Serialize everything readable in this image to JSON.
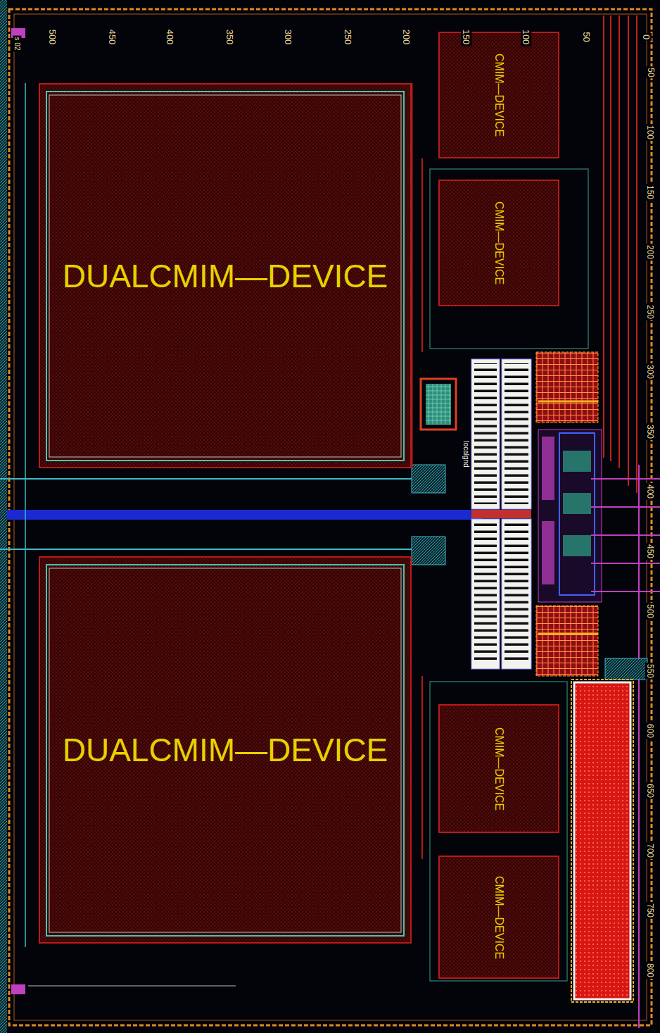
{
  "diagram": {
    "nodes": [
      {
        "text": [
          "CMIM—DEVICE"
        ]
      },
      {
        "text": [
          "DUALCMIM—DEVICE"
        ]
      },
      {
        "text": [
          "CMIM—DEVICE"
        ]
      },
      {
        "text": [
          "DUALCMIM—DEVICE"
        ]
      },
      {
        "text": [
          "CMIM—DEVICE"
        ]
      },
      {
        "text": [
          "CMIM—DEVICE"
        ]
      }
    ],
    "labels": [
      "500",
      "450",
      "400",
      "350",
      "300",
      "250",
      "200",
      "150",
      "100",
      "50",
      "0",
      "s 02",
      "localgnd",
      "50",
      "100",
      "150",
      "200",
      "250",
      "300",
      "350",
      "400",
      "450",
      "500",
      "550",
      "600",
      "650",
      "700",
      "750",
      "800"
    ]
  }
}
